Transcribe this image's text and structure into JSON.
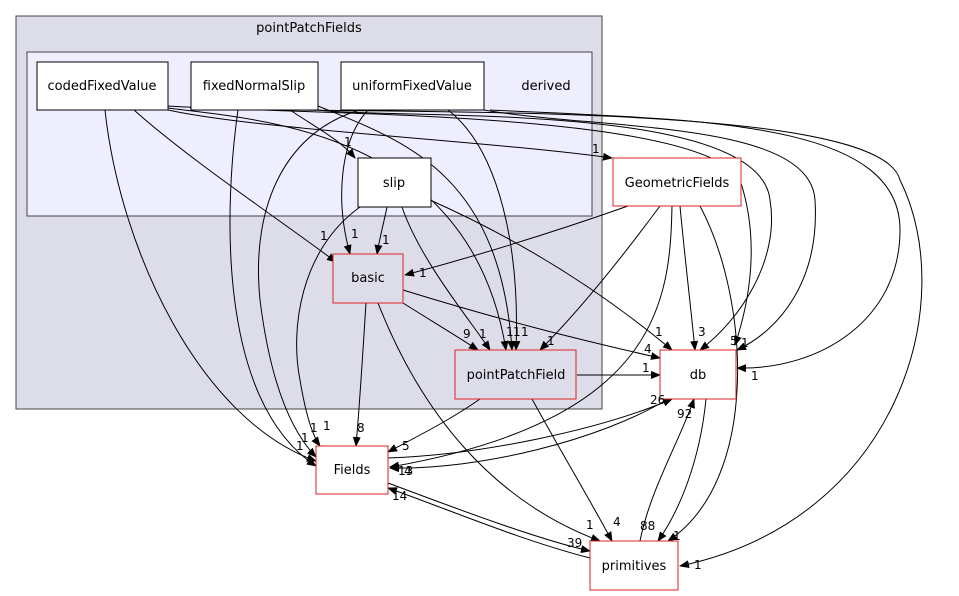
{
  "diagram": {
    "outer_cluster": {
      "label": "pointPatchFields",
      "fill": "#dddde9",
      "stroke": "#444444"
    },
    "inner_cluster": {
      "label": "derived",
      "fill": "#eeeeff",
      "stroke": "#444444"
    },
    "nodes": {
      "codedFixedValue": {
        "label": "codedFixedValue",
        "style": "black"
      },
      "fixedNormalSlip": {
        "label": "fixedNormalSlip",
        "style": "black"
      },
      "uniformFixedValue": {
        "label": "uniformFixedValue",
        "style": "black"
      },
      "slip": {
        "label": "slip",
        "style": "black"
      },
      "basic": {
        "label": "basic",
        "style": "red"
      },
      "pointPatchField": {
        "label": "pointPatchField",
        "style": "red"
      },
      "GeometricFields": {
        "label": "GeometricFields",
        "style": "red"
      },
      "db": {
        "label": "db",
        "style": "red"
      },
      "Fields": {
        "label": "Fields",
        "style": "red"
      },
      "primitives": {
        "label": "primitives",
        "style": "red"
      }
    },
    "edge_labels": {
      "cfv_geo": "1",
      "cfv_basic": "1",
      "cfv_fields": "1",
      "fns_slip": "1",
      "fns_ppf": "1",
      "fns_fields": "1",
      "ufv_basic": "1",
      "ufv_ppf": "1",
      "ufv_db": "1",
      "ufv_fields": "1",
      "slip_basic": "1",
      "slip_ppf": "1",
      "slip_db": "1",
      "slip_fields": "1",
      "geo_basic": "1",
      "geo_ppf": "1",
      "geo_db": "3",
      "geo_fields": "4",
      "geo_prims": "1",
      "basic_ppf": "9",
      "basic_db": "4",
      "basic_fields": "8",
      "basic_prims": "1",
      "ppf_db": "1",
      "ppf_fields": "5",
      "ppf_prims": "4",
      "db_fields": "13",
      "fields_db": "26",
      "fields_prims": "39",
      "prims_fields": "14",
      "prims_db": "88",
      "db_prims": "92",
      "cfv_db": "5",
      "fns_db": "1",
      "cfv_prims": "1",
      "ppf_1a": "1",
      "ppf_1b": "1"
    },
    "colors": {
      "red": "#dd2222",
      "black": "#000000",
      "edge": "#000000"
    }
  }
}
